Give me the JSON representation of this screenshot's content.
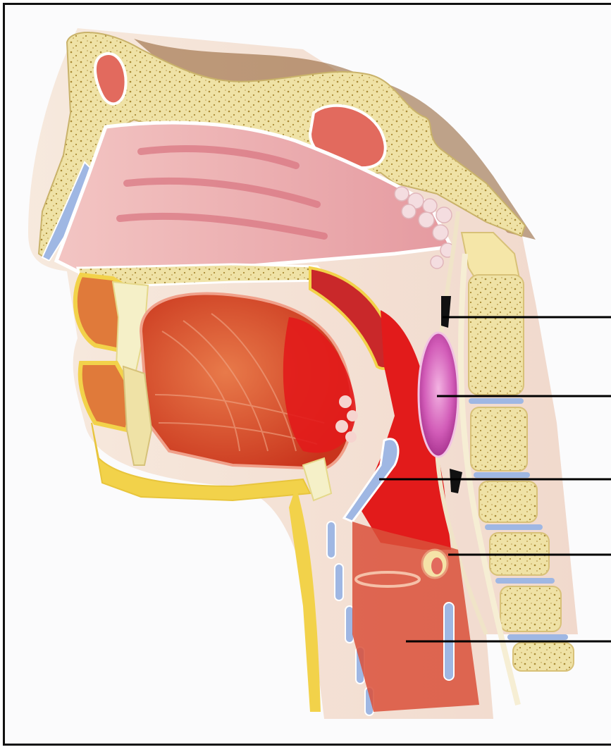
{
  "figure": {
    "subject": "sagittal-section-head-neck-pharynx",
    "colors": {
      "frame": "#111111",
      "background": "#fbfbfc",
      "bone": "#efe2a6",
      "bone_speckle": "#a98a35",
      "mucosa": "#e89aa0",
      "muscle": "#d94a2a",
      "pharynx_red": "#e21b1b",
      "cartilage_blue": "#9fb7e3",
      "adenoid": "#f4dde0",
      "tonsil_pink": "#c23d9a",
      "fat_yellow": "#f2d24a",
      "leader_line": "#000000"
    },
    "leader_lines": [
      {
        "id": "pointer-1",
        "label": ""
      },
      {
        "id": "pointer-2",
        "label": ""
      },
      {
        "id": "pointer-3",
        "label": ""
      },
      {
        "id": "pointer-4",
        "label": ""
      },
      {
        "id": "pointer-5",
        "label": ""
      }
    ]
  }
}
